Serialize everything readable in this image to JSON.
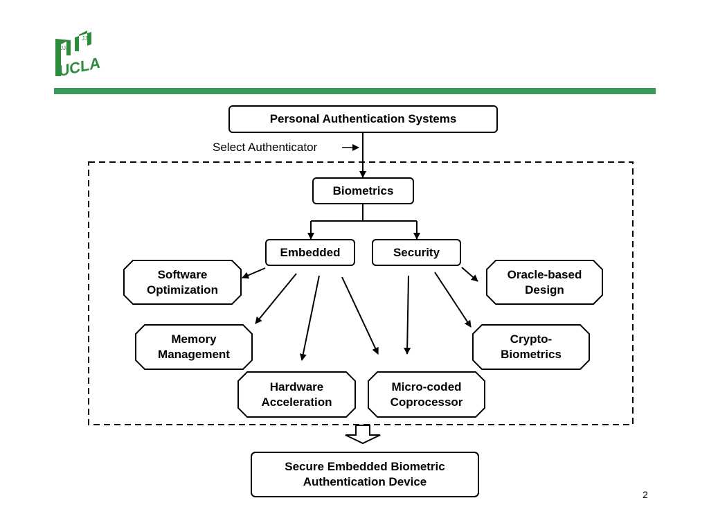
{
  "slide": {
    "logo_text": "UCLA",
    "page_number": "2",
    "accent_color": "#3a9a5c"
  },
  "diagram": {
    "top_box": "Personal Authentication Systems",
    "select_label": "Select Authenticator",
    "biometrics": "Biometrics",
    "embedded": "Embedded",
    "security": "Security",
    "software_optimization": "Software\nOptimization",
    "memory_management": "Memory\nManagement",
    "hardware_acceleration": "Hardware\nAcceleration",
    "microcoded_coprocessor": "Micro-coded\nCoprocessor",
    "crypto_biometrics": "Crypto-\nBiometrics",
    "oracle_based_design": "Oracle-based\nDesign",
    "result_box": "Secure Embedded Biometric\nAuthentication Device"
  }
}
